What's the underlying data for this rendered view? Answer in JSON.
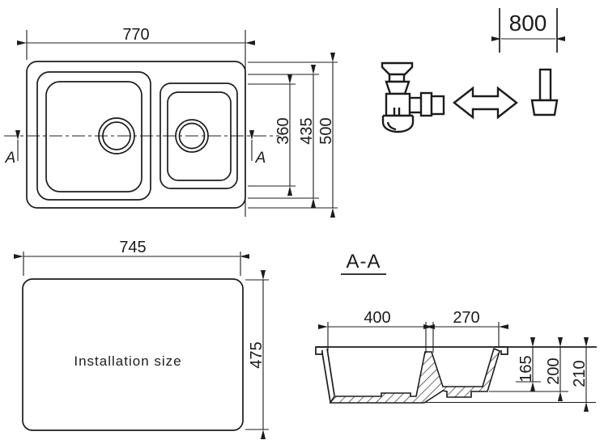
{
  "colors": {
    "background": "#ffffff",
    "ink": "#1c1c1c"
  },
  "top_view": {
    "width_dim": "770",
    "height_dim": "500",
    "rim_height_dim": "435",
    "bowl_height_dim": "360",
    "section_marker_left": "A",
    "section_marker_right": "A"
  },
  "accessories": {
    "spacing_dim": "800",
    "icons": [
      "siphon-trap-icon",
      "double-headed-arrow-icon",
      "hole-cutter-icon"
    ]
  },
  "installation_view": {
    "label": "Installation size",
    "width_dim": "745",
    "height_dim": "475"
  },
  "section_view": {
    "title": "A-A",
    "left_bowl_width_dim": "400",
    "right_bowl_width_dim": "270",
    "right_bowl_depth_dim": "165",
    "right_bowl_outer_depth_dim": "200",
    "total_depth_dim": "210"
  }
}
